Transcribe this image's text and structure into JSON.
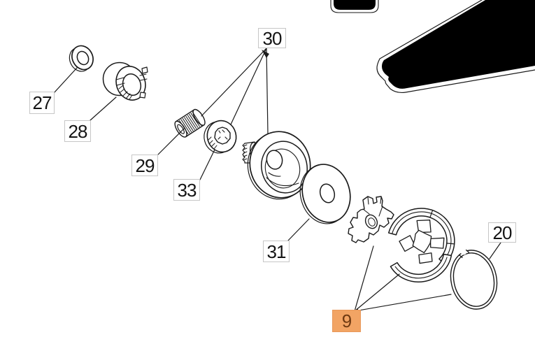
{
  "diagram": {
    "part_labels": [
      {
        "id": "27",
        "number": "27",
        "highlighted": false
      },
      {
        "id": "28",
        "number": "28",
        "highlighted": false
      },
      {
        "id": "29",
        "number": "29",
        "highlighted": false
      },
      {
        "id": "33",
        "number": "33",
        "highlighted": false
      },
      {
        "id": "30",
        "number": "30",
        "highlighted": false
      },
      {
        "id": "31",
        "number": "31",
        "highlighted": false
      },
      {
        "id": "9",
        "number": "9",
        "highlighted": true
      },
      {
        "id": "20",
        "number": "20",
        "highlighted": false
      }
    ],
    "colors": {
      "highlight_background": "#F2A464",
      "highlight_border": "#E8995B",
      "highlight_text": "#6F3A12",
      "label_background": "#FFFFFF",
      "label_border": "#C6C6C6",
      "label_text": "#141414",
      "line_art": "#1A1A1A"
    }
  }
}
